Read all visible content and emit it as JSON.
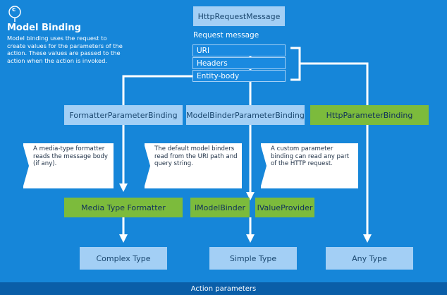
{
  "header": {
    "icon_letter": "c",
    "title": "Model Binding",
    "description": "Model binding uses the request to create values for the parameters of the action. These values are passed to the action when the action is invoked."
  },
  "request": {
    "title": "HttpRequestMessage",
    "label": "Request message",
    "fields": [
      "URI",
      "Headers",
      "Entity-body"
    ]
  },
  "bindings": {
    "formatter": "FormatterParameterBinding",
    "model_binder": "ModelBinderParameterBinding",
    "http": "HttpParameterBinding"
  },
  "notes": {
    "formatter": "A media-type formatter reads the message body (if any).",
    "model_binder": "The default model binders read from the URI path and query string.",
    "http": "A custom parameter binding can read any part of the HTTP request."
  },
  "components": {
    "media_type_formatter": "Media Type Formatter",
    "imodel_binder": "IModelBinder",
    "ivalue_provider": "IValueProvider"
  },
  "types": {
    "complex": "Complex Type",
    "simple": "Simple Type",
    "any": "Any Type"
  },
  "footer": "Action parameters",
  "colors": {
    "background": "#1686d9",
    "light_box": "#a3cff5",
    "green_box": "#7cbb3c",
    "footer": "#0a5ea8"
  }
}
